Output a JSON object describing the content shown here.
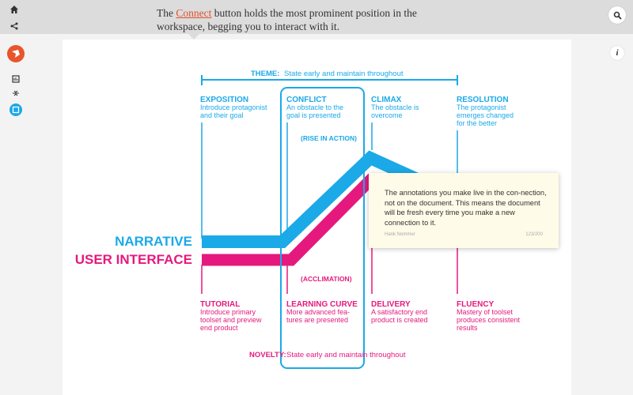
{
  "topbar": {
    "caption_before": "The ",
    "caption_highlight": "Connect",
    "caption_after": " button holds the most prominent position in the workspace, begging you to interact with it."
  },
  "icons": {
    "home": "home-icon",
    "share": "share-icon",
    "search": "search-icon",
    "logo": "app-logo",
    "tool1": "chart-icon",
    "tool2": "collapse-icon",
    "tool3": "page-icon",
    "info": "info-icon"
  },
  "colors": {
    "narrative": "#1ba9e8",
    "interface": "#e5197d",
    "accent": "#e8542b"
  },
  "diagram": {
    "theme_label": "THEME:",
    "theme_text": "State early and maintain throughout",
    "novelty_label": "NOVELTY:",
    "novelty_text": "State early and maintain throughout",
    "narrative_label": "NARRATIVE",
    "interface_label": "USER INTERFACE",
    "rise_label": "(RISE IN ACTION)",
    "acclimation_label": "(ACCLIMATION)",
    "top_stages": [
      {
        "title": "EXPOSITION",
        "lines": [
          "Introduce protagonist",
          "and their goal"
        ]
      },
      {
        "title": "CONFLICT",
        "lines": [
          "An obstacle to the",
          "goal is presented"
        ]
      },
      {
        "title": "CLIMAX",
        "lines": [
          "The obstacle is",
          "overcome"
        ]
      },
      {
        "title": "RESOLUTION",
        "lines": [
          "The protagonist",
          "emerges changed",
          "for the better"
        ]
      }
    ],
    "bottom_stages": [
      {
        "title": "TUTORIAL",
        "lines": [
          "Introduce primary",
          "toolset and preview",
          "end product"
        ]
      },
      {
        "title": "LEARNING CURVE",
        "lines": [
          "More advanced fea-",
          "tures are presented"
        ]
      },
      {
        "title": "DELIVERY",
        "lines": [
          "A satisfactory end",
          "product is created"
        ]
      },
      {
        "title": "FLUENCY",
        "lines": [
          "Mastery of toolset",
          "produces consistent",
          "results"
        ]
      }
    ]
  },
  "annotation": {
    "text": "The annotations you make live in the con-nection, not on the document. This means the document will be fresh every time you make a new connection to it.",
    "author": "Hank Nommer",
    "count": "123/200"
  }
}
